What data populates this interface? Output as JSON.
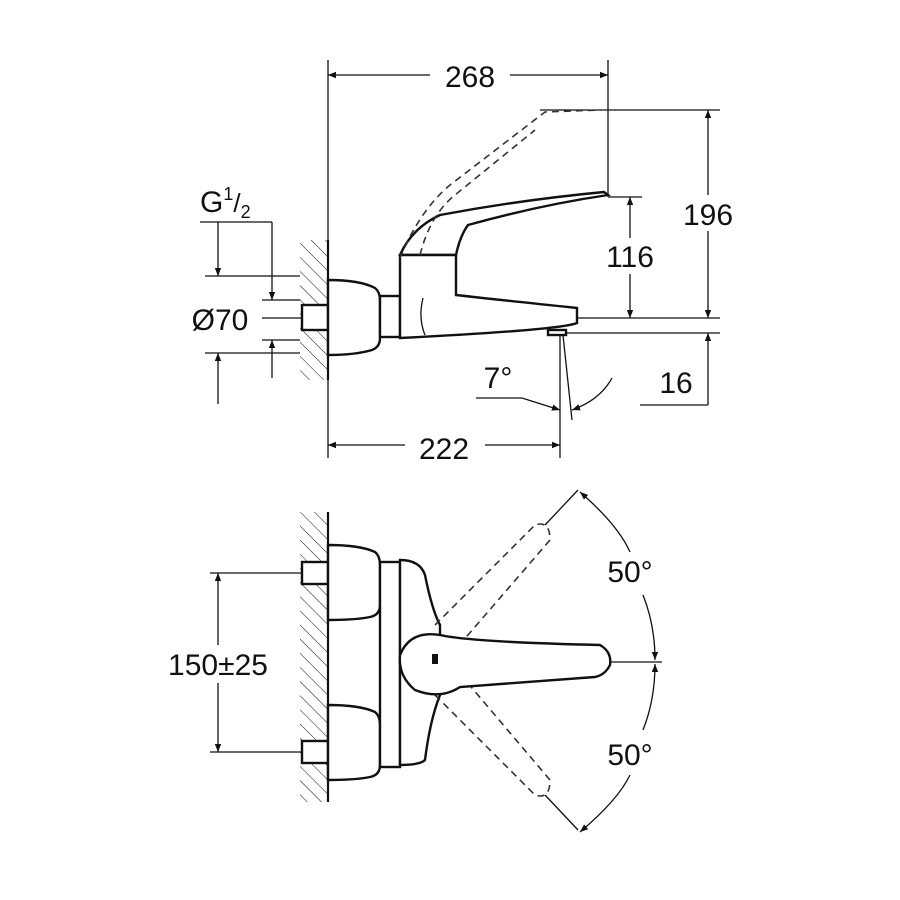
{
  "side_view": {
    "dim_overall_length": "268",
    "dim_height_total": "196",
    "dim_height_lever": "116",
    "dim_spout_height": "16",
    "dim_spout_reach": "222",
    "dim_angle_spout": "7°",
    "dim_diameter": "Ø70",
    "thread_prefix": "G",
    "thread_num": "1",
    "thread_den": "2"
  },
  "top_view": {
    "dim_centers": "150±25",
    "angle_up": "50°",
    "angle_down": "50°"
  }
}
